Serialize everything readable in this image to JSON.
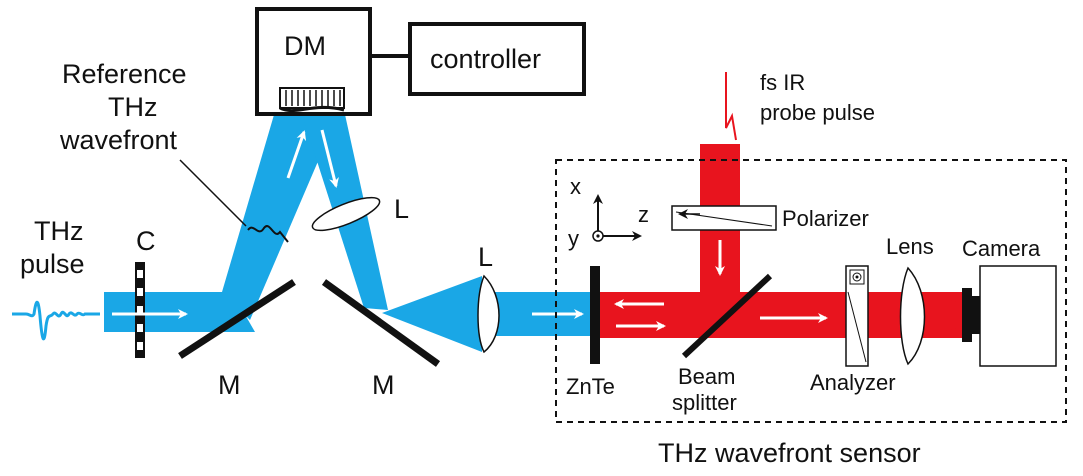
{
  "labels": {
    "dm": "DM",
    "controller": "controller",
    "reference_line1": "Reference",
    "reference_line2": "THz",
    "reference_line3": "wavefront",
    "thz_pulse_line1": "THz",
    "thz_pulse_line2": "pulse",
    "chopper": "C",
    "mirror_left": "M",
    "mirror_right": "M",
    "lens_upper": "L",
    "lens_middle": "L",
    "probe_line1": "fs IR",
    "probe_line2": "probe pulse",
    "axis_x": "x",
    "axis_y": "y",
    "axis_z": "z",
    "polarizer": "Polarizer",
    "lens_right": "Lens",
    "camera": "Camera",
    "znte": "ZnTe",
    "beam_splitter_line1": "Beam",
    "beam_splitter_line2": "splitter",
    "analyzer": "Analyzer",
    "sensor_caption": "THz wavefront sensor"
  },
  "colors": {
    "thz_beam": "#1aa7e6",
    "ir_beam": "#e8141e",
    "outline": "#111111",
    "optic_fill": "#ffffff"
  }
}
